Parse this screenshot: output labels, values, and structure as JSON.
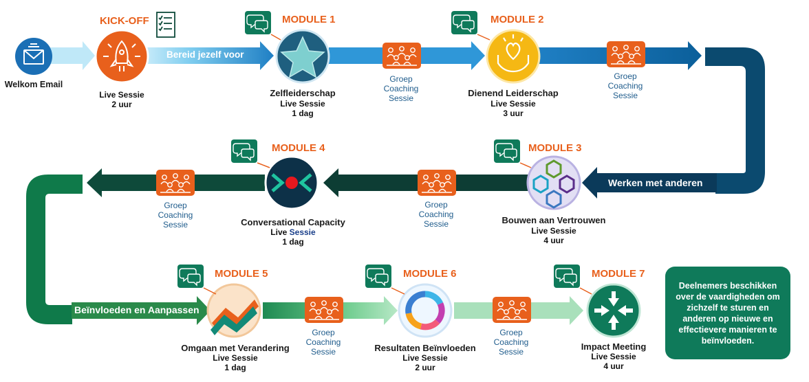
{
  "welcome": {
    "label": "Welkom Email"
  },
  "kickoff": {
    "header": "KICK-OFF",
    "line1": "Live Sessie",
    "line2": "2 uur"
  },
  "bands": {
    "b1": "Bereid jezelf voor",
    "b2": "Werken met anderen",
    "b3": "Beïnvloeden en Aanpassen"
  },
  "modules": [
    {
      "header": "MODULE 1",
      "title": "Zelfleiderschap",
      "line1": "Live Sessie",
      "line2": "1 dag"
    },
    {
      "header": "MODULE 2",
      "title": "Dienend Leiderschap",
      "line1": "Live Sessie",
      "line2": "3 uur"
    },
    {
      "header": "MODULE 3",
      "title": "Bouwen aan Vertrouwen",
      "line1": "Live Sessie",
      "line2": "4 uur"
    },
    {
      "header": "MODULE 4",
      "title": "Conversational Capacity",
      "line1a": "Live",
      "line1b": "Sessie",
      "line2": "1 dag"
    },
    {
      "header": "MODULE 5",
      "title": "Omgaan met Verandering",
      "line1": "Live Sessie",
      "line2": "1 dag"
    },
    {
      "header": "MODULE 6",
      "title": "Resultaten Beïnvloeden",
      "line1": "Live Sessie",
      "line2": "2 uur"
    },
    {
      "header": "MODULE 7",
      "title": "Impact Meeting",
      "line1": "Live Sessie",
      "line2": "4 uur"
    }
  ],
  "coaching": {
    "line1": "Groep",
    "line2": "Coaching",
    "line3": "Sessie"
  },
  "note": "Deelnemers beschikken over de vaardigheden om zichzelf te sturen en anderen op nieuwe en effectievere manieren te beïnvloeden.",
  "colors": {
    "orange": "#e8601c",
    "light_blue": "#8ed3f0",
    "mid_blue": "#2f8fcf",
    "navy": "#0b4a6f",
    "dark_green": "#0e4a3a",
    "green": "#1b8a5a",
    "light_green": "#8fd6a8",
    "teal_box": "#0f7a5a"
  },
  "icons": [
    "envelope-icon",
    "rocket-icon",
    "checklist-icon",
    "chat-bubbles-icon",
    "star-icon",
    "heart-hands-icon",
    "group-icon",
    "hexagons-icon",
    "chevrons-dot-icon",
    "stairs-icon",
    "ring-icon",
    "compress-arrows-icon"
  ]
}
